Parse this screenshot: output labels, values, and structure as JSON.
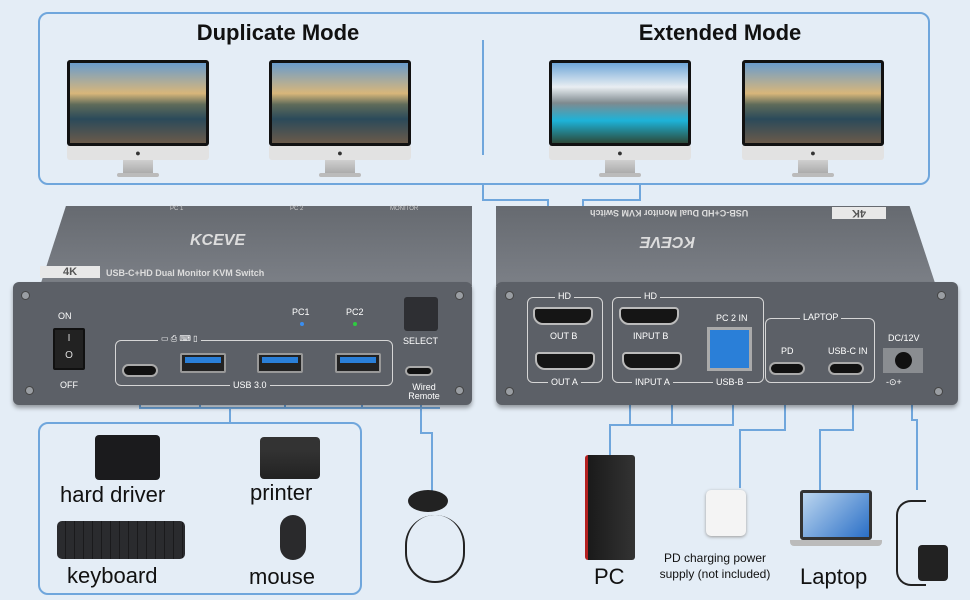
{
  "modes": {
    "duplicate": "Duplicate Mode",
    "extended": "Extended Mode"
  },
  "monitor_logo": "",
  "left_device": {
    "badge": "4K",
    "product_name": "USB-C+HD Dual Monitor KVM Switch",
    "brand": "KCEVE",
    "top_labels": [
      "PC 1",
      "PC 2",
      "MONITOR"
    ],
    "switch_on": "ON",
    "switch_off": "OFF",
    "switch_symbols": [
      "I",
      "O"
    ],
    "pc1": "PC1",
    "pc2": "PC2",
    "select": "SELECT",
    "usb_label": "USB 3.0",
    "wired_remote": "Wired Remote",
    "led_colors": {
      "pc1": "#3a8ef0",
      "pc2": "#2ecc40"
    }
  },
  "right_device": {
    "badge": "4K",
    "product_name": "USB-C+HD Dual Monitor KVM Switch",
    "brand": "KCEVE",
    "hd1": "HD",
    "out_b": "OUT B",
    "out_a": "OUT A",
    "hd2": "HD",
    "input_b": "INPUT B",
    "input_a": "INPUT A",
    "pc2_in": "PC 2 IN",
    "usb_b": "USB-B",
    "laptop": "LAPTOP",
    "pd": "PD",
    "usbc_in": "USB-C IN",
    "dc": "DC/12V",
    "polarity": "-⊙+"
  },
  "peripherals": {
    "hard_drive": "hard driver",
    "printer": "printer",
    "keyboard": "keyboard",
    "mouse": "mouse"
  },
  "bottom": {
    "pc": "PC",
    "charger": "PD charging power supply (not included)",
    "laptop": "Laptop"
  },
  "colors": {
    "accent": "#6fa6dc",
    "background": "#e4edf6",
    "device": "#5c6067"
  }
}
